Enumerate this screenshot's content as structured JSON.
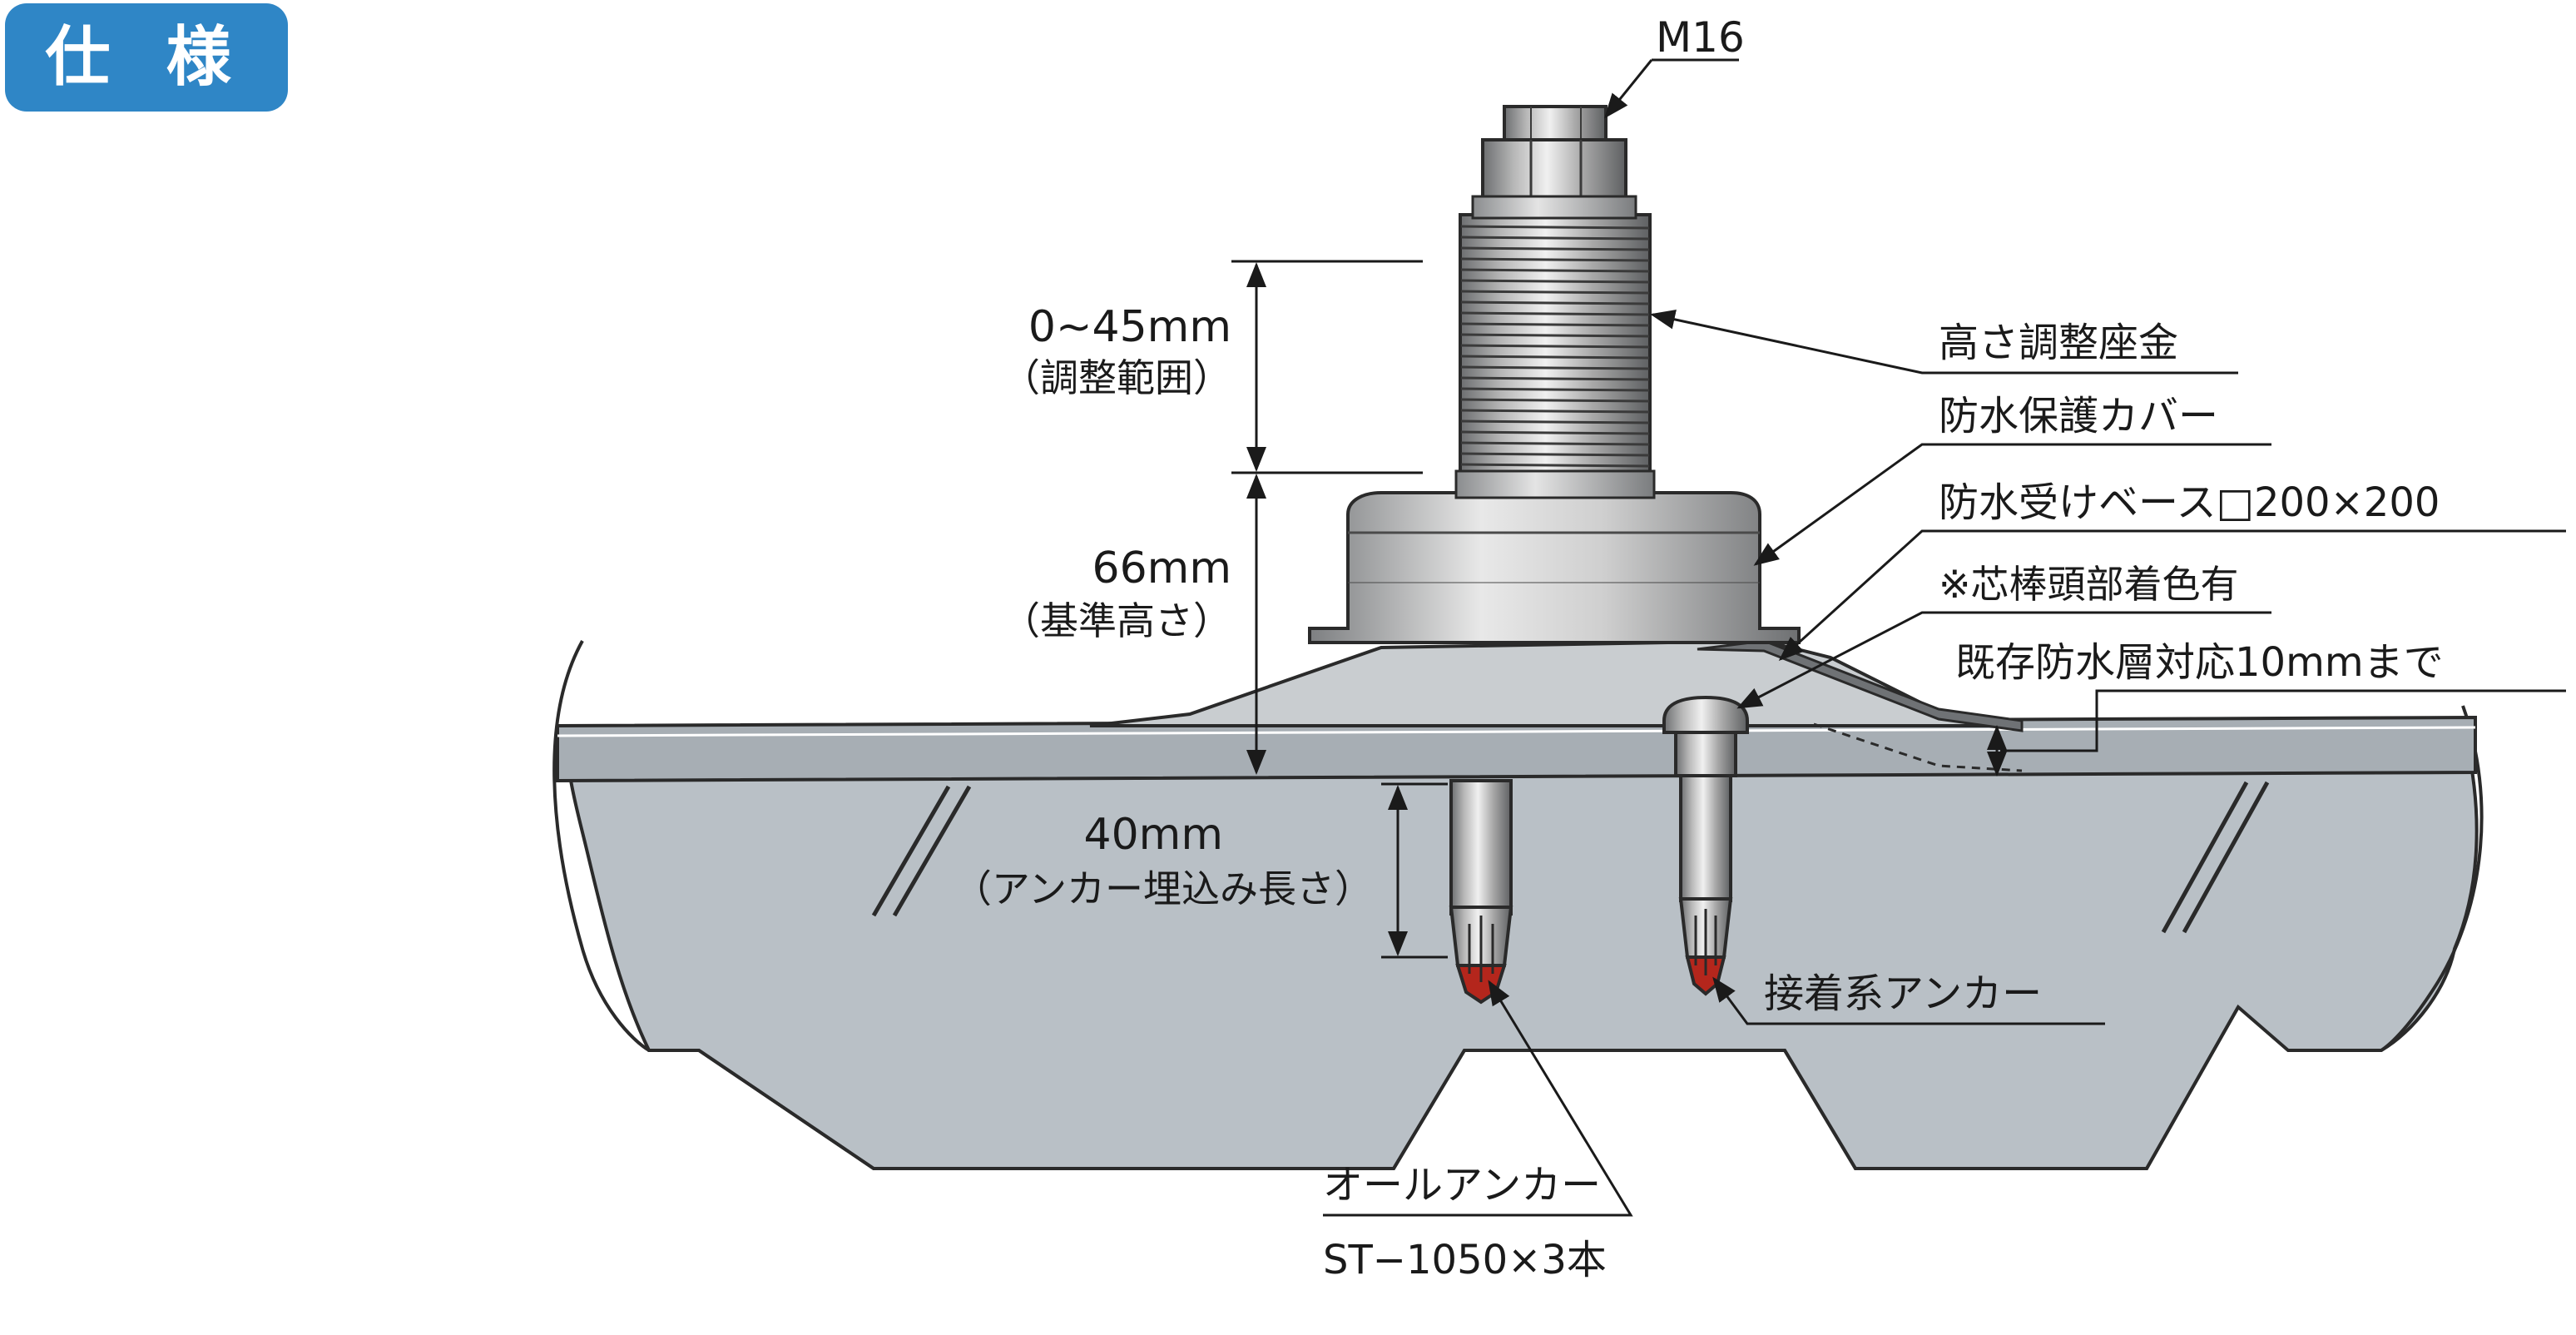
{
  "badge": {
    "label": "仕 様"
  },
  "labels": {
    "thread": "M16",
    "adjust_range_value": "0~45mm",
    "adjust_range_note": "（調整範囲）",
    "base_height_value": "66mm",
    "base_height_note": "（基準高さ）",
    "anchor_depth_value": "40mm",
    "anchor_depth_note": "（アンカー埋込み長さ）",
    "height_washer": "高さ調整座金",
    "waterproof_cover": "防水保護カバー",
    "waterproof_base": "防水受けベース□200×200",
    "core_head_note": "※芯棒頭部着色有",
    "existing_layer": "既存防水層対応10mmまで",
    "adhesive_anchor": "接着系アンカー",
    "all_anchor": "オールアンカー",
    "all_anchor_spec": "ST−1050×3本"
  },
  "colors": {
    "badge": "#2f86c6",
    "concrete": "#b9c0c6",
    "membrane": "#a7aeb4",
    "metal_dark": "#6c6e70",
    "metal_light": "#dcdcdc",
    "anchor_tip": "#b4261c"
  }
}
